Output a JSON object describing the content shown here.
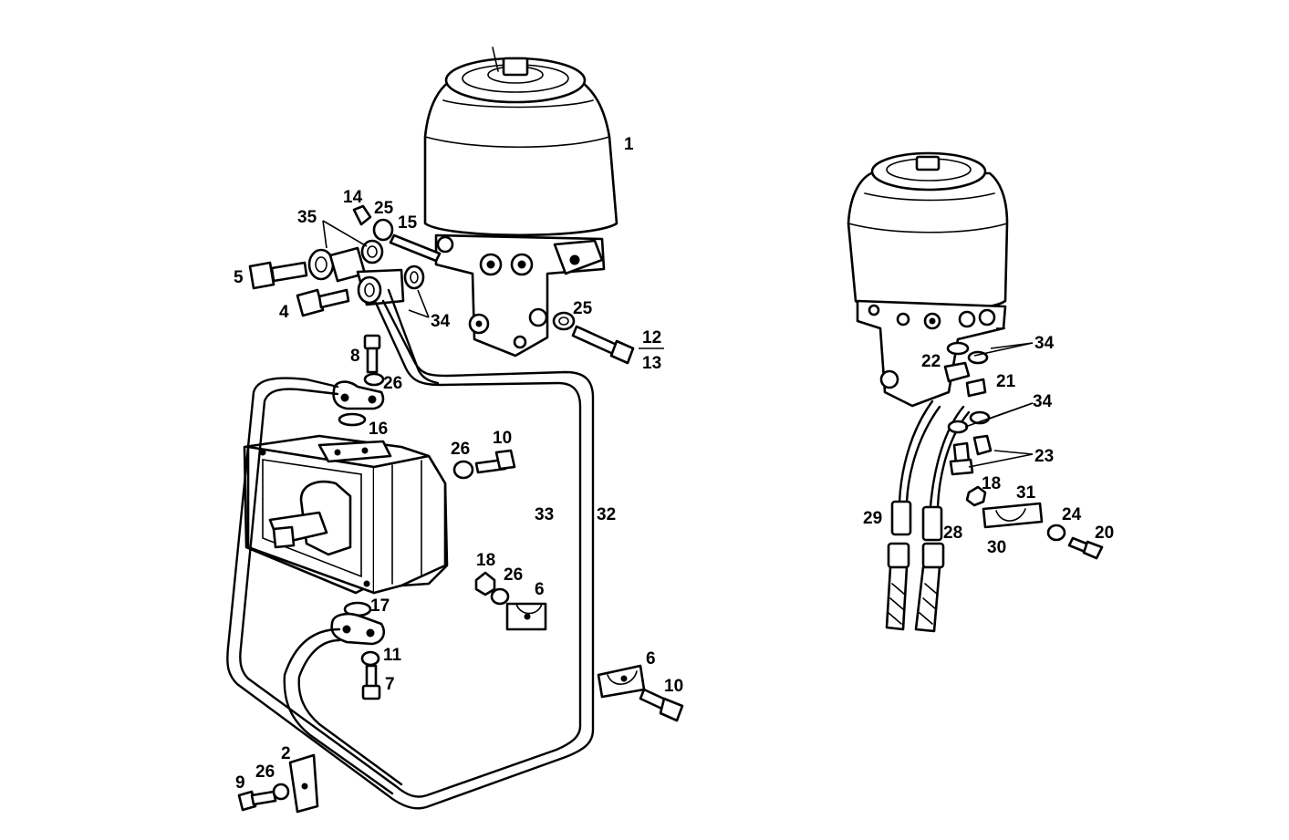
{
  "figure": {
    "colors": {
      "ink": "#000000",
      "paper": "#ffffff"
    },
    "callouts": [
      "1",
      "2",
      "4",
      "5",
      "6",
      "6",
      "7",
      "8",
      "9",
      "10",
      "10",
      "11",
      "12",
      "13",
      "14",
      "15",
      "16",
      "17",
      "18",
      "18",
      "20",
      "21",
      "22",
      "23",
      "24",
      "25",
      "25",
      "26",
      "26",
      "26",
      "26",
      "28",
      "29",
      "30",
      "31",
      "32",
      "33",
      "34",
      "34",
      "34",
      "35"
    ]
  }
}
